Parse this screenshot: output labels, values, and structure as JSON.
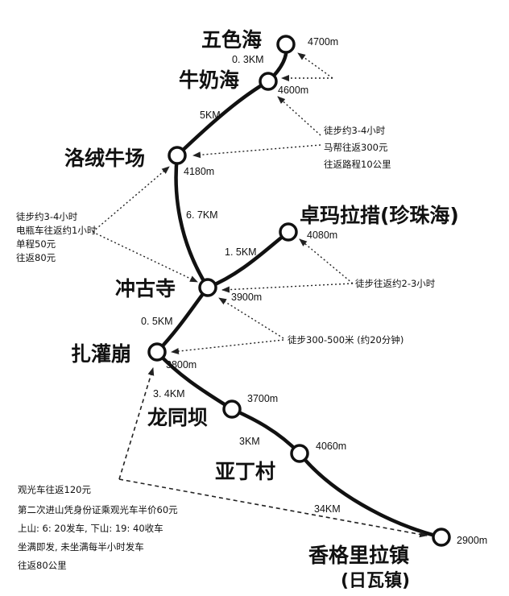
{
  "places": {
    "wuse": "五色海",
    "niunai": "牛奶海",
    "luorong": "洛绒牛场",
    "zhuoma": "卓玛拉措(珍珠海)",
    "chonggu": "冲古寺",
    "zhaguan": "扎灌崩",
    "longtong": "龙同坝",
    "yading": "亚丁村",
    "xiangge": "香格里拉镇",
    "xiangge_alt_name": "(日瓦镇)"
  },
  "altitudes": {
    "wuse": "4700m",
    "niunai": "4600m",
    "luorong": "4180m",
    "zhuoma": "4080m",
    "chonggu": "3900m",
    "zhaguan": "3800m",
    "longtong": "3700m",
    "yading": "4060m",
    "xiangge": "2900m"
  },
  "distances": {
    "wuse_niunai": "0. 3KM",
    "niunai_luorong": "5KM",
    "luorong_chonggu": "6. 7KM",
    "chonggu_zhuoma": "1. 5KM",
    "chonggu_zhaguan": "0. 5KM",
    "zhaguan_longtong": "3. 4KM",
    "longtong_yading": "3KM",
    "yading_xiangge": "34KM"
  },
  "notes": {
    "right_top": [
      "徒步约3-4小时",
      "马帮往返300元",
      "往返路程10公里"
    ],
    "left": [
      "徒步约3-4小时",
      "电瓶车往返约1小时",
      "单程50元",
      "往返80元"
    ],
    "zhuoma_walk": "徒步往返约2-3小时",
    "chonggu_walk": "徒步300-500米 (约20分钟)",
    "bottom": [
      "观光车往返120元",
      "第二次进山凭身份证乘观光车半价60元",
      "上山: 6: 20发车, 下山: 19: 40收车",
      "坐满即发, 未坐满每半小时发车",
      "往返80公里"
    ]
  },
  "colors": {
    "ink": "#111111",
    "background": "#ffffff"
  }
}
